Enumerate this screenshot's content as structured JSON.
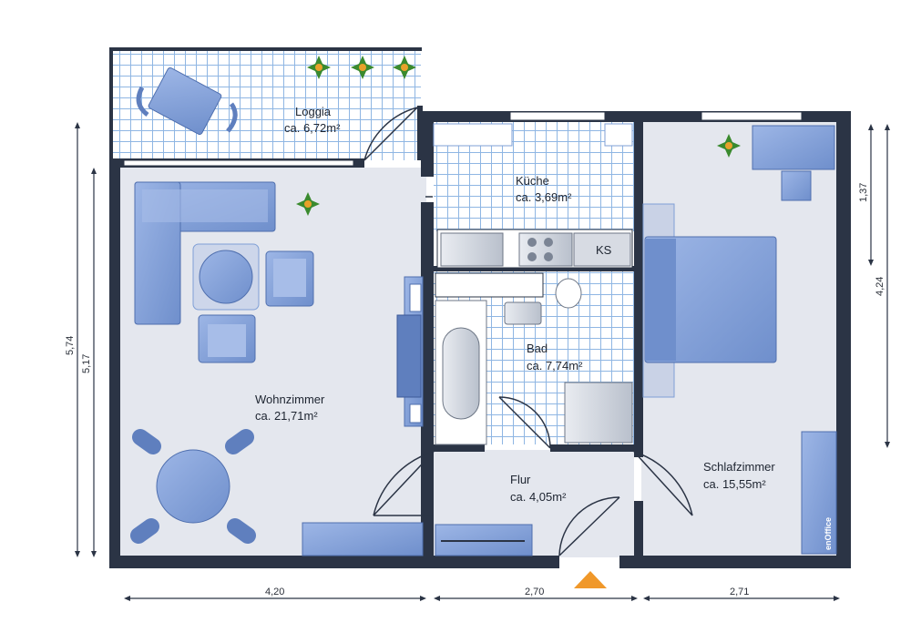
{
  "rooms": {
    "loggia": {
      "name": "Loggia",
      "area": "ca. 6,72m²"
    },
    "kueche": {
      "name": "Küche",
      "area": "ca. 3,69m²"
    },
    "wohnzimmer": {
      "name": "Wohnzimmer",
      "area": "ca. 21,71m²"
    },
    "bad": {
      "name": "Bad",
      "area": "ca. 7,74m²"
    },
    "flur": {
      "name": "Flur",
      "area": "ca. 4,05m²"
    },
    "schlafzimmer": {
      "name": "Schlafzimmer",
      "area": "ca. 15,55m²"
    }
  },
  "fixtures": {
    "fridge": "KS"
  },
  "dimensions": {
    "bottom_left": "4,20",
    "bottom_middle": "2,70",
    "bottom_right": "2,71",
    "left_outer": "5,74",
    "left_inner": "5,17",
    "right_inner": "1,37",
    "right_outer": "4,24"
  },
  "brand": "enOffice",
  "colors": {
    "wall": "#2b3445",
    "floor": "#e4e7ee",
    "tile_bg": "#ffffff",
    "tile_grid": "#8fb6e3",
    "furniture": "#7f9fd6",
    "furniture_dark": "#5f7fbe",
    "entrance_arrow": "#f0982a"
  }
}
